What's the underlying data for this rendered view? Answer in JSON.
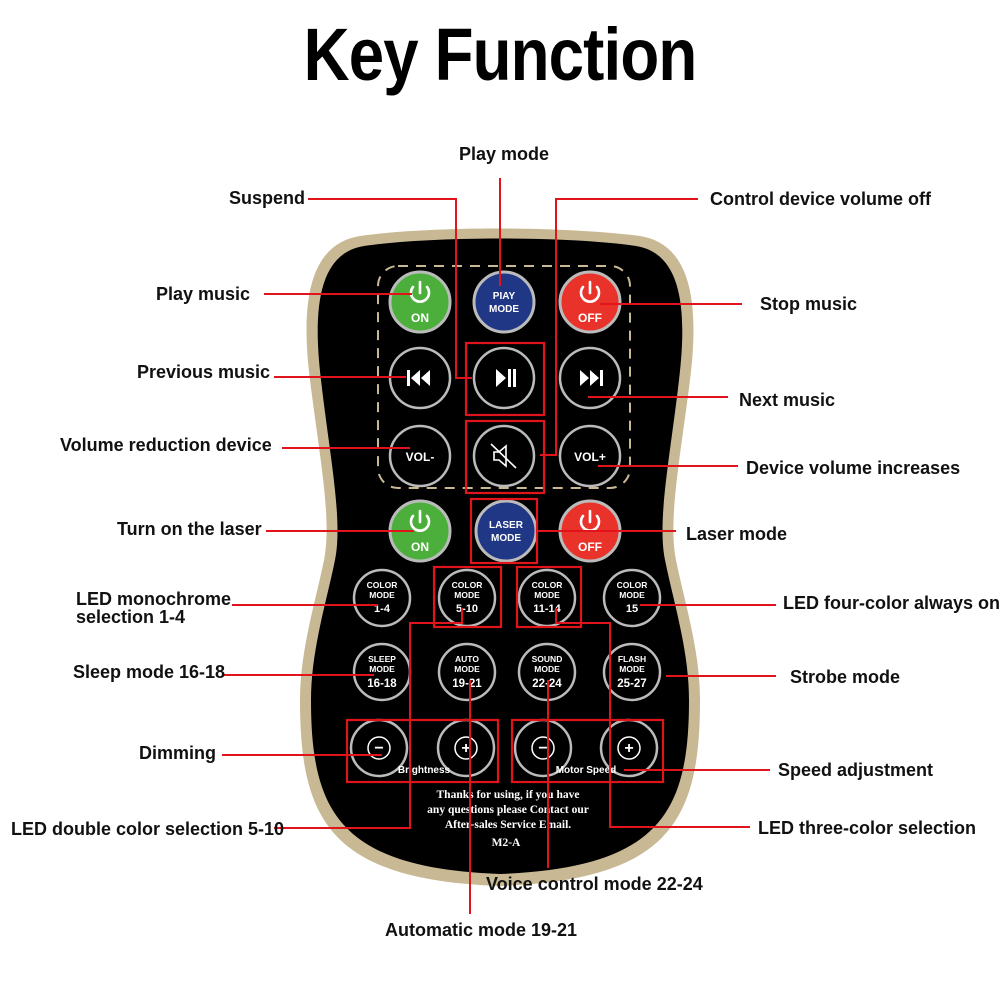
{
  "title": "Key Function",
  "colors": {
    "body": "#000000",
    "rim": "#c8b994",
    "on": "#4caf3c",
    "off": "#e8322a",
    "blue": "#1f3784",
    "line": "#e1141c"
  },
  "buttons": {
    "on_music": {
      "icon": "power-icon",
      "label": "ON"
    },
    "play_mode": {
      "line1": "PIAY",
      "line2": "MODE"
    },
    "off_music": {
      "icon": "power-icon",
      "label": "OFF"
    },
    "prev": {
      "icon": "previous-icon"
    },
    "play_pause": {
      "icon": "play-pause-icon"
    },
    "next": {
      "icon": "next-icon"
    },
    "vol_minus": {
      "label": "VOL-"
    },
    "mute": {
      "icon": "mute-icon"
    },
    "vol_plus": {
      "label": "VOL+"
    },
    "laser_on": {
      "icon": "power-icon",
      "label": "ON"
    },
    "laser_mode": {
      "line1": "LASER",
      "line2": "MODE"
    },
    "laser_off": {
      "icon": "power-icon",
      "label": "OFF"
    },
    "color1": {
      "line1": "COLOR",
      "line2": "MODE",
      "range": "1-4"
    },
    "color2": {
      "line1": "COLOR",
      "line2": "MODE",
      "range": "5-10"
    },
    "color3": {
      "line1": "COLOR",
      "line2": "MODE",
      "range": "11-14"
    },
    "color4": {
      "line1": "COLOR",
      "line2": "MODE",
      "range": "15"
    },
    "sleep": {
      "line1": "SLEEP",
      "line2": "MODE",
      "range": "16-18"
    },
    "auto": {
      "line1": "AUTO",
      "line2": "MODE",
      "range": "19-21"
    },
    "sound": {
      "line1": "SOUND",
      "line2": "MODE",
      "range": "22-24"
    },
    "flash": {
      "line1": "FLASH",
      "line2": "MODE",
      "range": "25-27"
    },
    "bright_minus": {
      "symbol": "−"
    },
    "bright_plus": {
      "symbol": "+"
    },
    "speed_minus": {
      "symbol": "−"
    },
    "speed_plus": {
      "symbol": "+"
    }
  },
  "group_labels": {
    "brightness": "Brightness",
    "motor_speed": "Motor Speed"
  },
  "footer": {
    "line1": "Thanks for using, if you have",
    "line2": "any questions please Contact our",
    "line3": "After-sales Service Email.",
    "model": "M2-A"
  },
  "labels": {
    "play_mode": "Play mode",
    "suspend": "Suspend",
    "volume_off": "Control device volume off",
    "play_music": "Play music",
    "stop_music": "Stop music",
    "previous_music": "Previous music",
    "next_music": "Next music",
    "volume_reduction": "Volume reduction device",
    "volume_increase": "Device volume increases",
    "laser_on": "Turn on the laser",
    "laser_mode": "Laser mode",
    "led_mono_1": "LED monochrome",
    "led_mono_2": "selection 1-4",
    "led_four": "LED four-color always on",
    "sleep_mode": "Sleep mode 16-18",
    "strobe_mode": "Strobe mode",
    "dimming": "Dimming",
    "speed_adjust": "Speed adjustment",
    "led_double": "LED double color selection 5-10",
    "led_three": "LED three-color selection",
    "voice_mode": "Voice control mode 22-24",
    "auto_mode": "Automatic mode 19-21"
  }
}
